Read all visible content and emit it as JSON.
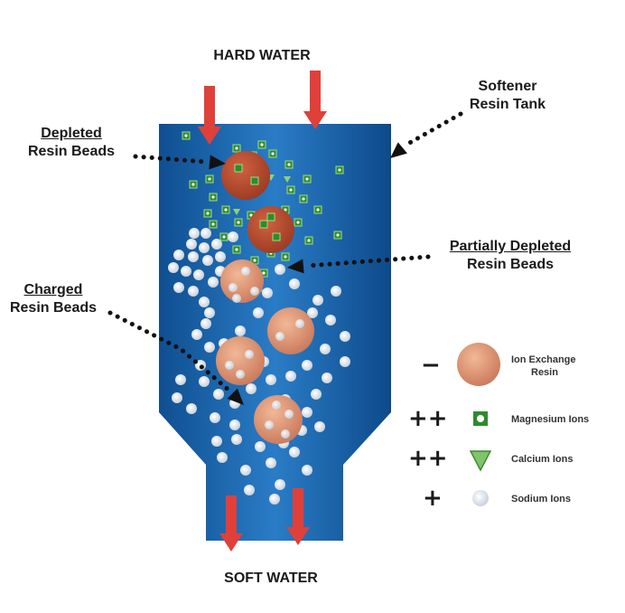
{
  "labels": {
    "inlet": "HARD WATER",
    "outlet": "SOFT WATER",
    "tank_line1": "Softener",
    "tank_line2": "Resin Tank",
    "depleted_line1": "Depleted",
    "depleted_line2": "Resin Beads",
    "partial_line1": "Partially Depleted",
    "partial_line2": "Resin Beads",
    "charged_line1": "Charged",
    "charged_line2": "Resin Beads"
  },
  "legend": {
    "resin": {
      "sign": "−",
      "line1": "Ion Exchange",
      "line2": "Resin"
    },
    "magnesium": {
      "sign": "++",
      "label": "Magnesium Ions"
    },
    "calcium": {
      "sign": "++",
      "label": "Calcium Ions"
    },
    "sodium": {
      "sign": "+",
      "label": "Sodium Ions"
    }
  },
  "colors": {
    "tank_blue": "#1f6fb8",
    "arrow_red": "#e0403a",
    "depleted_bead": "#b5482f",
    "charged_bead": "#d9916e",
    "magnesium_green": "#3e9b3a",
    "sodium_white": "#e8eef5"
  }
}
